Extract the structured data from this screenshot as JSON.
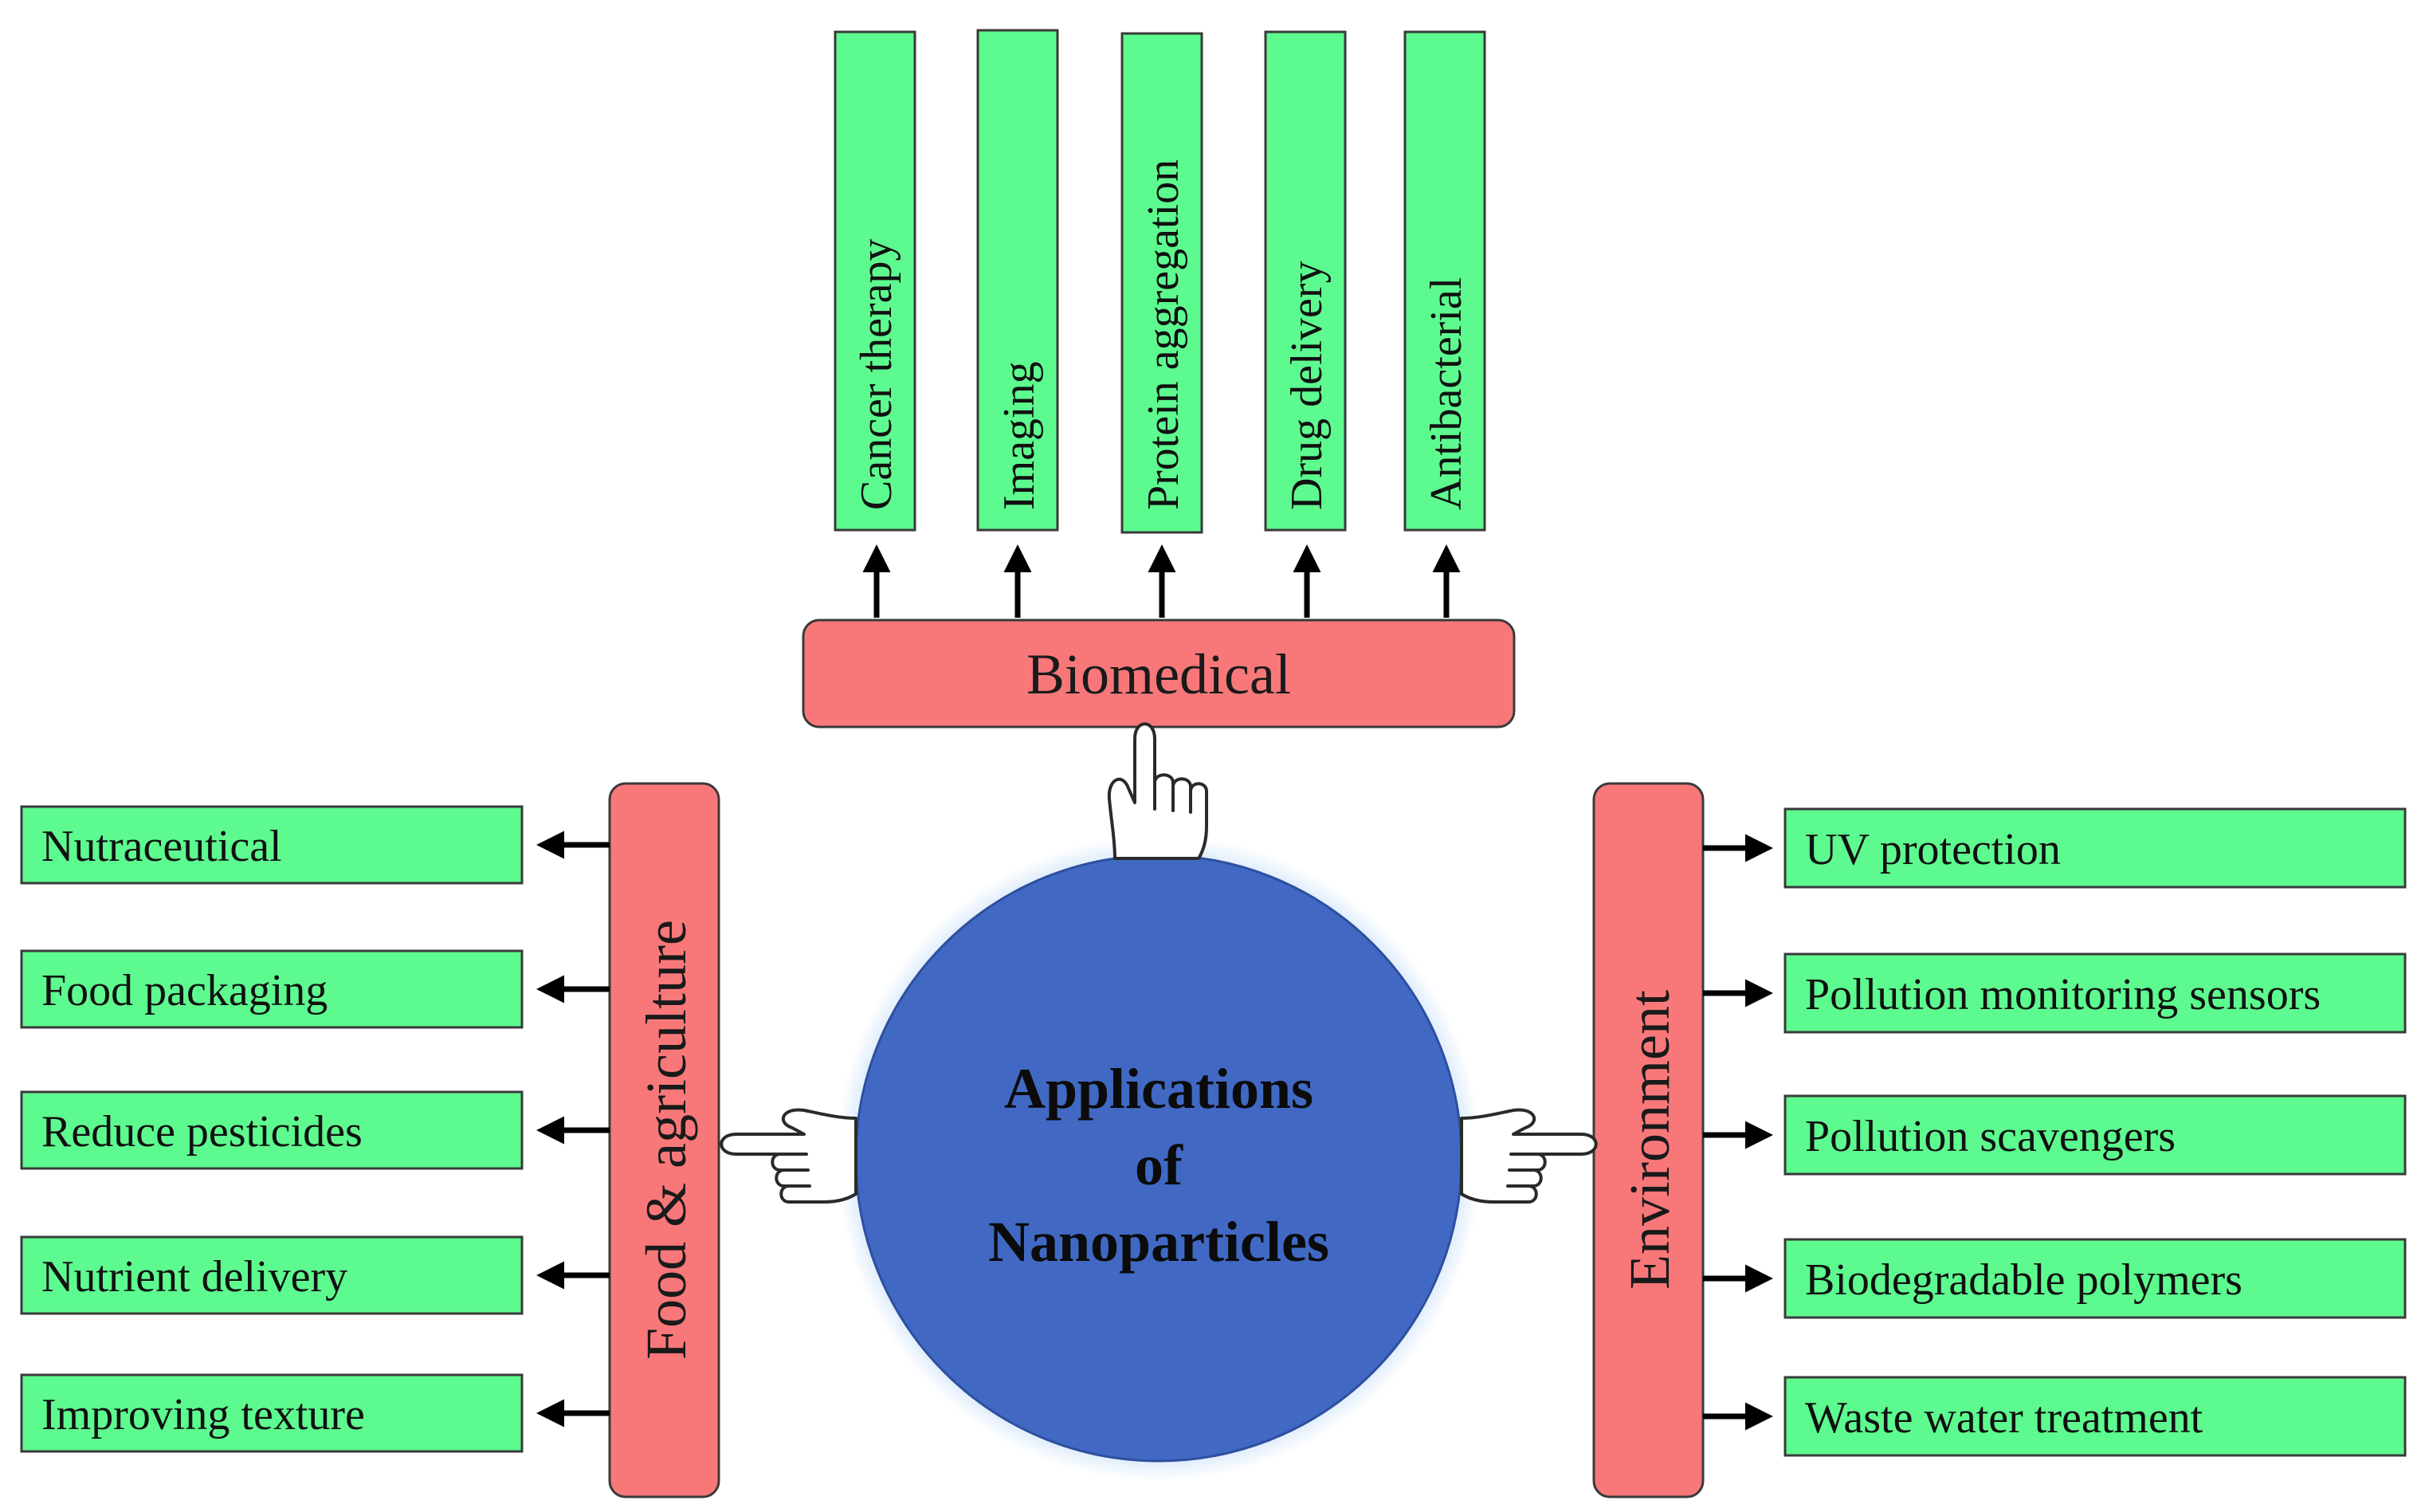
{
  "center": {
    "lines": [
      "Applications",
      "of",
      "Nanoparticles"
    ]
  },
  "categories": {
    "biomedical": {
      "label": "Biomedical",
      "items": [
        "Cancer therapy",
        "Imaging",
        "Protein aggregation",
        "Drug delivery",
        "Antibacterial"
      ]
    },
    "food": {
      "label": "Food & agriculture",
      "items": [
        "Nutraceutical",
        "Food packaging",
        "Reduce pesticides",
        "Nutrient delivery",
        "Improving texture"
      ]
    },
    "environment": {
      "label": "Environment",
      "items": [
        "UV protection",
        "Pollution monitoring sensors",
        "Pollution scavengers",
        "Biodegradable polymers",
        "Waste water treatment"
      ]
    }
  },
  "colors": {
    "leaf_box": "#5dfa8f",
    "category_box": "#f8787a",
    "center_circle": "#4169c4",
    "center_glow": "#a9cdf5"
  },
  "icons": [
    "pointing-hand-up-icon",
    "pointing-hand-left-icon",
    "pointing-hand-right-icon"
  ]
}
